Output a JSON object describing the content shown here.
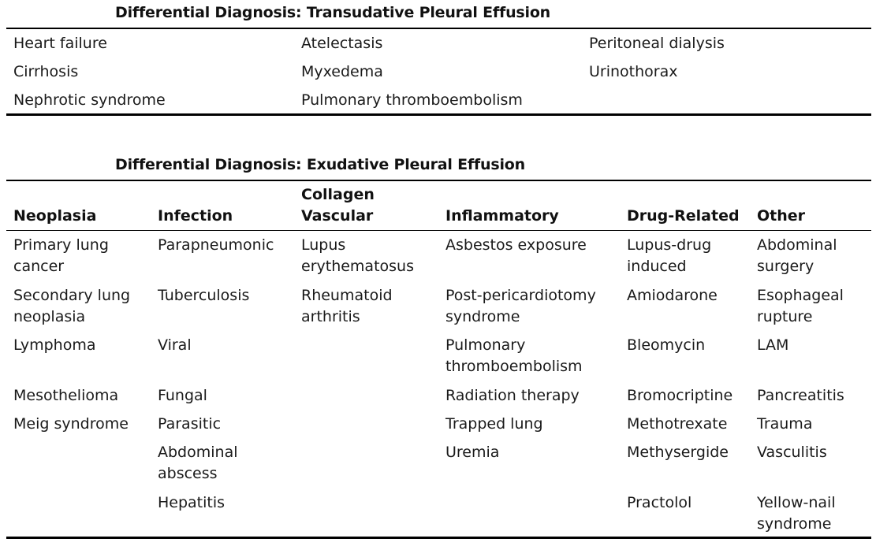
{
  "transudative": {
    "title": "Differential Diagnosis: Transudative Pleural Effusion",
    "columns": [
      [
        "Heart failure",
        "Cirrhosis",
        "Nephrotic syndrome"
      ],
      [
        "Atelectasis",
        "Myxedema",
        "Pulmonary thromboembolism"
      ],
      [
        "Peritoneal dialysis",
        "Urinothorax"
      ]
    ]
  },
  "exudative": {
    "title": "Differential Diagnosis: Exudative Pleural Effusion",
    "headers": [
      "Neoplasia",
      "Infection",
      "Collagen Vascular",
      "Inflammatory",
      "Drug-Related",
      "Other"
    ],
    "rows": [
      [
        "Primary lung cancer",
        "Parapneumonic",
        "Lupus erythematosus",
        "Asbestos exposure",
        "Lupus-drug induced",
        "Abdominal surgery"
      ],
      [
        "Secondary lung neoplasia",
        "Tuberculosis",
        "Rheumatoid arthritis",
        "Post-pericardiotomy syndrome",
        "Amiodarone",
        "Esophageal rupture"
      ],
      [
        "Lymphoma",
        "Viral",
        "",
        "Pulmonary thromboembolism",
        "Bleomycin",
        "LAM"
      ],
      [
        "Mesothelioma",
        "Fungal",
        "",
        "Radiation therapy",
        "Bromocriptine",
        "Pancreatitis"
      ],
      [
        "Meig syndrome",
        "Parasitic",
        "",
        "Trapped lung",
        "Methotrexate",
        "Trauma"
      ],
      [
        "",
        "Abdominal abscess",
        "",
        "Uremia",
        "Methysergide",
        "Vasculitis"
      ],
      [
        "",
        "Hepatitis",
        "",
        "",
        "Practolol",
        "Yellow-nail syndrome"
      ]
    ]
  }
}
